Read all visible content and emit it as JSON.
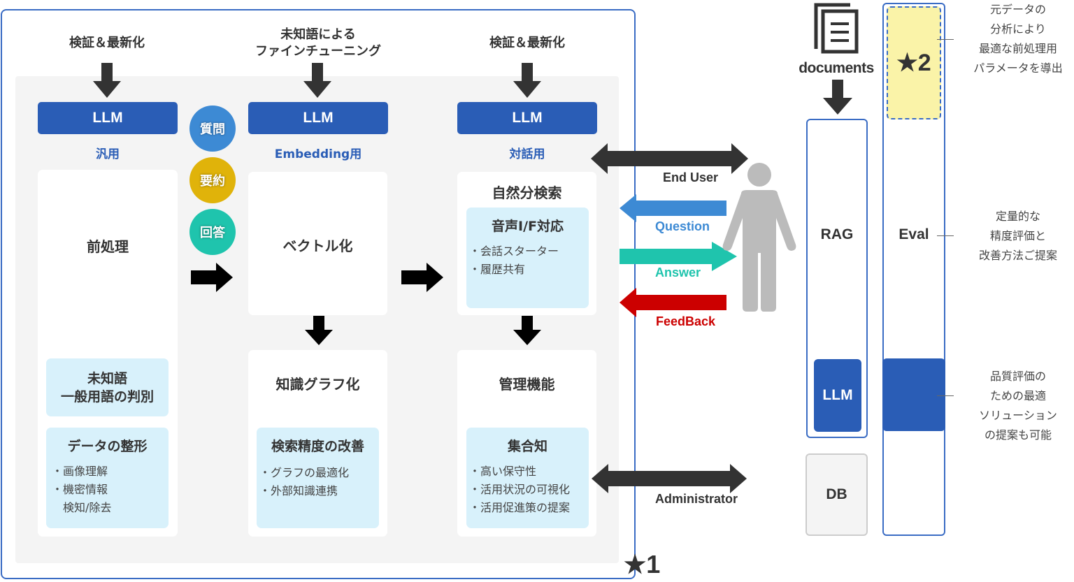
{
  "frame1": {
    "marker": "★1",
    "columns": [
      {
        "top_label": "検証＆最新化",
        "llm_label": "LLM",
        "llm_sub": "汎用",
        "card_title": "前処理",
        "subcards": [
          {
            "title": "未知語\n一般用語の判別",
            "bullets": []
          },
          {
            "title": "データの整形",
            "bullets": [
              "・画像理解",
              "・機密情報",
              "　検知/除去"
            ]
          }
        ]
      },
      {
        "top_label": "未知語による\nファインチューニング",
        "llm_label": "LLM",
        "llm_sub": "Embedding用",
        "card_title": "ベクトル化",
        "lower_card_title": "知識グラフ化",
        "subcards": [
          {
            "title": "検索精度の改善",
            "bullets": [
              "・グラフの最適化",
              "・外部知識連携"
            ]
          }
        ]
      },
      {
        "top_label": "検証＆最新化",
        "llm_label": "LLM",
        "llm_sub": "対話用",
        "card_title": "自然分検索",
        "lower_card_title": "管理機能",
        "subcards": [
          {
            "title": "音声I/F対応",
            "bullets": [
              "・会話スターター",
              "・履歴共有"
            ]
          },
          {
            "title": "集合知",
            "bullets": [
              "・高い保守性",
              "・活用状況の可視化",
              "・活用促進策の提案"
            ]
          }
        ]
      }
    ],
    "circles": [
      {
        "label": "質問",
        "color": "#3d8ad4"
      },
      {
        "label": "要約",
        "color": "#e0b30a"
      },
      {
        "label": "回答",
        "color": "#1fc4ad"
      }
    ]
  },
  "flows": {
    "end_user": "End User",
    "question": "Question",
    "answer": "Answer",
    "feedback": "FeedBack",
    "administrator": "Administrator",
    "question_color": "#3d8ad4",
    "answer_color": "#1fc4ad",
    "feedback_color": "#cc0000"
  },
  "right": {
    "documents_label": "documents",
    "rag_label": "RAG",
    "rag_llm_label": "LLM",
    "db_label": "DB",
    "eval_label": "Eval",
    "star2": "★2",
    "notes": [
      "元データの\n分析により\n最適な前処理用\nパラメータを導出",
      "定量的な\n精度評価と\n改善方法ご提案",
      "品質評価の\nための最適\nソリューション\nの提案も可能"
    ]
  },
  "colors": {
    "accent_blue": "#2a5db6",
    "frame_blue": "#3a6cc4",
    "light_blue": "#d8f1fb",
    "panel_gray": "#f4f4f4",
    "star2_fill": "#faf3a8"
  }
}
